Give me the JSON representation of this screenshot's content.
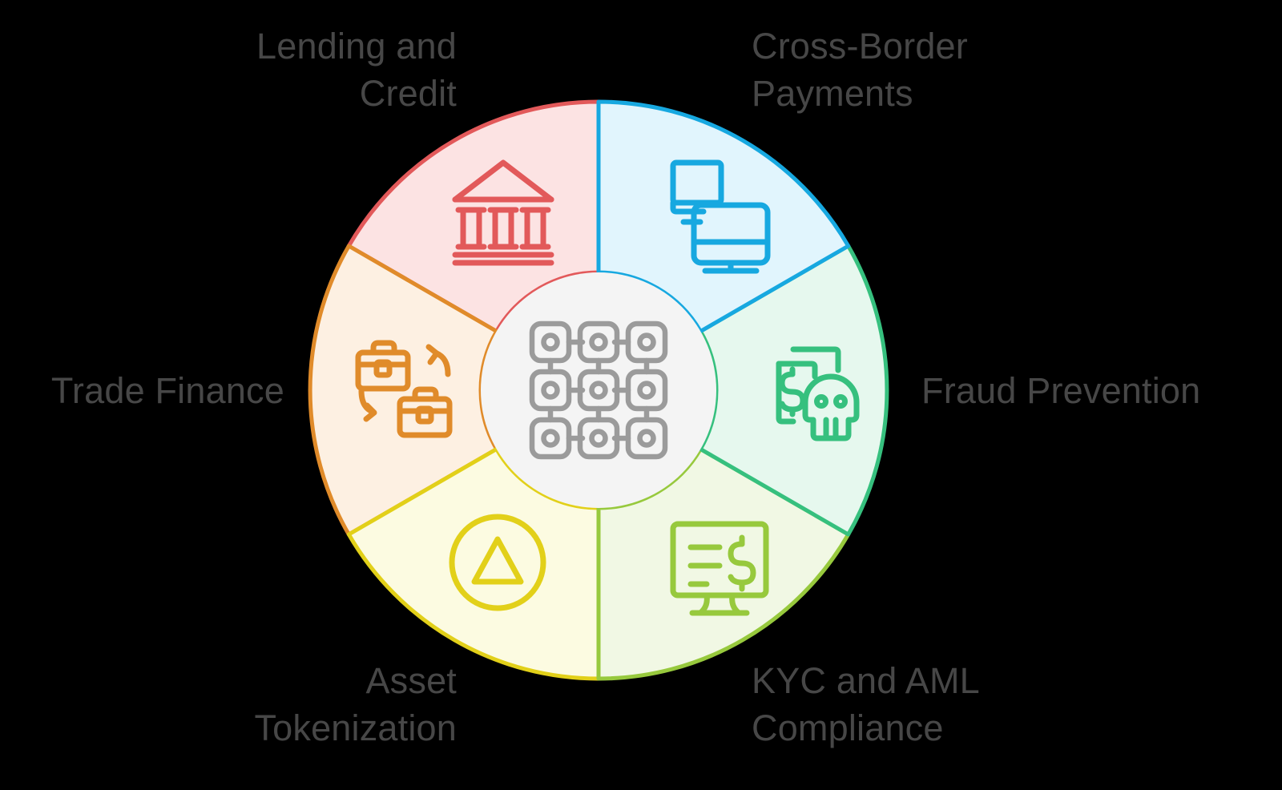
{
  "diagram": {
    "type": "hub-and-segments-wheel",
    "center": {
      "icon": "blockchain-grid-icon",
      "fill": "#f4f4f4",
      "stroke": "#9e9e9e"
    },
    "segment_count": 6,
    "segments": [
      {
        "id": "cross-border-payments",
        "label": "Cross-Border\nPayments",
        "icon": "two-monitors-icon",
        "stroke": "#17a8e0",
        "fill": "#e1f5fd",
        "start_deg": -90,
        "end_deg": -30,
        "label_side": "left"
      },
      {
        "id": "fraud-prevention",
        "label": "Fraud Prevention",
        "icon": "money-skull-icon",
        "stroke": "#36c07e",
        "fill": "#e6f8ee",
        "start_deg": -30,
        "end_deg": 30,
        "label_side": "left"
      },
      {
        "id": "kyc-and-aml-compliance",
        "label": "KYC and AML\nCompliance",
        "icon": "monitor-dollar-icon",
        "stroke": "#97c93d",
        "fill": "#f1f8e4",
        "start_deg": 30,
        "end_deg": 90,
        "label_side": "left"
      },
      {
        "id": "asset-tokenization",
        "label": "Asset\nTokenization",
        "icon": "triangle-in-circle-icon",
        "stroke": "#e2d019",
        "fill": "#fcfbe1",
        "start_deg": 90,
        "end_deg": 150,
        "label_side": "right"
      },
      {
        "id": "trade-finance",
        "label": "Trade Finance",
        "icon": "briefcase-exchange-icon",
        "stroke": "#e08b2a",
        "fill": "#fdf0e2",
        "start_deg": 150,
        "end_deg": 210,
        "label_side": "right"
      },
      {
        "id": "lending-and-credit",
        "label": "Lending and\nCredit",
        "icon": "bank-building-icon",
        "stroke": "#e2595a",
        "fill": "#fce3e3",
        "start_deg": 210,
        "end_deg": 270,
        "label_side": "right"
      }
    ],
    "label_color": "#474747",
    "background": "#000000"
  }
}
